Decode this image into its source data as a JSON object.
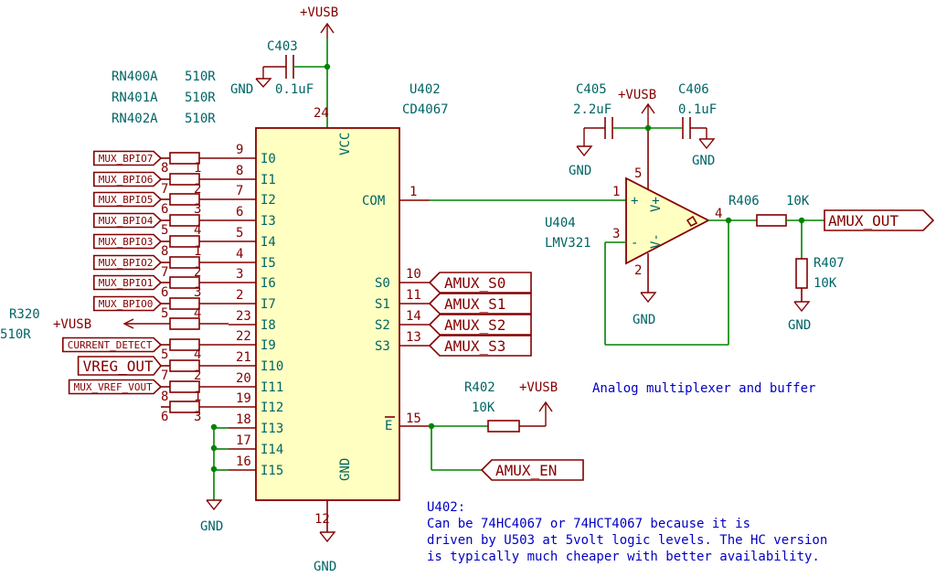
{
  "power": {
    "vusb": "+VUSB",
    "gnd": "GND"
  },
  "resistor_networks": [
    {
      "ref": "RN400A",
      "value": "510R"
    },
    {
      "ref": "RN401A",
      "value": "510R"
    },
    {
      "ref": "RN402A",
      "value": "510R"
    }
  ],
  "mux": {
    "ref": "U402",
    "value": "CD4067",
    "vcc_label": "VCC",
    "gnd_label": "GND",
    "vcc_pin": "24",
    "gnd_pin": "12",
    "com_label": "COM",
    "com_pin": "1",
    "enable_label": "E",
    "enable_pin": "15",
    "inputs": [
      {
        "name": "I0",
        "pin": "9",
        "net": "MUX_BPIO7",
        "rn_left": "8",
        "rn_right": "1"
      },
      {
        "name": "I1",
        "pin": "8",
        "net": "MUX_BPIO6",
        "rn_left": "7",
        "rn_right": "2"
      },
      {
        "name": "I2",
        "pin": "7",
        "net": "MUX_BPIO5",
        "rn_left": "6",
        "rn_right": "3"
      },
      {
        "name": "I3",
        "pin": "6",
        "net": "MUX_BPIO4",
        "rn_left": "5",
        "rn_right": "4"
      },
      {
        "name": "I4",
        "pin": "5",
        "net": "MUX_BPIO3",
        "rn_left": "8",
        "rn_right": "1"
      },
      {
        "name": "I5",
        "pin": "4",
        "net": "MUX_BPIO2",
        "rn_left": "7",
        "rn_right": "2"
      },
      {
        "name": "I6",
        "pin": "3",
        "net": "MUX_BPIO1",
        "rn_left": "6",
        "rn_right": "3"
      },
      {
        "name": "I7",
        "pin": "2",
        "net": "MUX_BPIO0",
        "rn_left": "5",
        "rn_right": "4"
      },
      {
        "name": "I8",
        "pin": "23",
        "net": "",
        "rn_left": "",
        "rn_right": ""
      },
      {
        "name": "I9",
        "pin": "22",
        "net": "CURRENT_DETECT",
        "rn_left": "5",
        "rn_right": "4"
      },
      {
        "name": "I10",
        "pin": "21",
        "net": "VREG_OUT",
        "rn_left": "7",
        "rn_right": "2"
      },
      {
        "name": "I11",
        "pin": "20",
        "net": "MUX_VREF_VOUT",
        "rn_left": "8",
        "rn_right": "1"
      },
      {
        "name": "I12",
        "pin": "19",
        "net": "",
        "rn_left": "6",
        "rn_right": "3"
      },
      {
        "name": "I13",
        "pin": "18",
        "net": "",
        "rn_left": "",
        "rn_right": ""
      },
      {
        "name": "I14",
        "pin": "17",
        "net": "",
        "rn_left": "",
        "rn_right": ""
      },
      {
        "name": "I15",
        "pin": "16",
        "net": "",
        "rn_left": "",
        "rn_right": ""
      }
    ],
    "selects": [
      {
        "name": "S0",
        "pin": "10",
        "net": "AMUX_S0"
      },
      {
        "name": "S1",
        "pin": "11",
        "net": "AMUX_S1"
      },
      {
        "name": "S2",
        "pin": "14",
        "net": "AMUX_S2"
      },
      {
        "name": "S3",
        "pin": "13",
        "net": "AMUX_S3"
      }
    ]
  },
  "r320": {
    "ref": "R320",
    "value": "510R"
  },
  "c403": {
    "ref": "C403",
    "value": "0.1uF"
  },
  "c405": {
    "ref": "C405",
    "value": "2.2uF"
  },
  "c406": {
    "ref": "C406",
    "value": "0.1uF"
  },
  "r402": {
    "ref": "R402",
    "value": "10K"
  },
  "r406": {
    "ref": "R406",
    "value": "10K"
  },
  "r407": {
    "ref": "R407",
    "value": "10K"
  },
  "opamp": {
    "ref": "U404",
    "value": "LMV321",
    "plus": "+",
    "minus": "-",
    "vplus": "V+",
    "vminus": "V-",
    "pin_in_plus": "1",
    "pin_in_minus": "3",
    "pin_out": "4",
    "pin_vcc": "5",
    "pin_gnd": "2"
  },
  "labels": {
    "amux_out": "AMUX_OUT",
    "amux_en": "AMUX_EN"
  },
  "notes": {
    "title": "Analog multiplexer and buffer",
    "u402_lines": [
      "U402:",
      "Can be 74HC4067 or 74HCT4067 because it is",
      "driven by U503 at 5volt logic levels. The HC version",
      "is typically much cheaper with better availability."
    ]
  },
  "colors": {
    "wire": "#008400",
    "component": "#840000",
    "reference": "#006464",
    "note": "#0000c2",
    "ic_fill": "#ffffc2"
  }
}
